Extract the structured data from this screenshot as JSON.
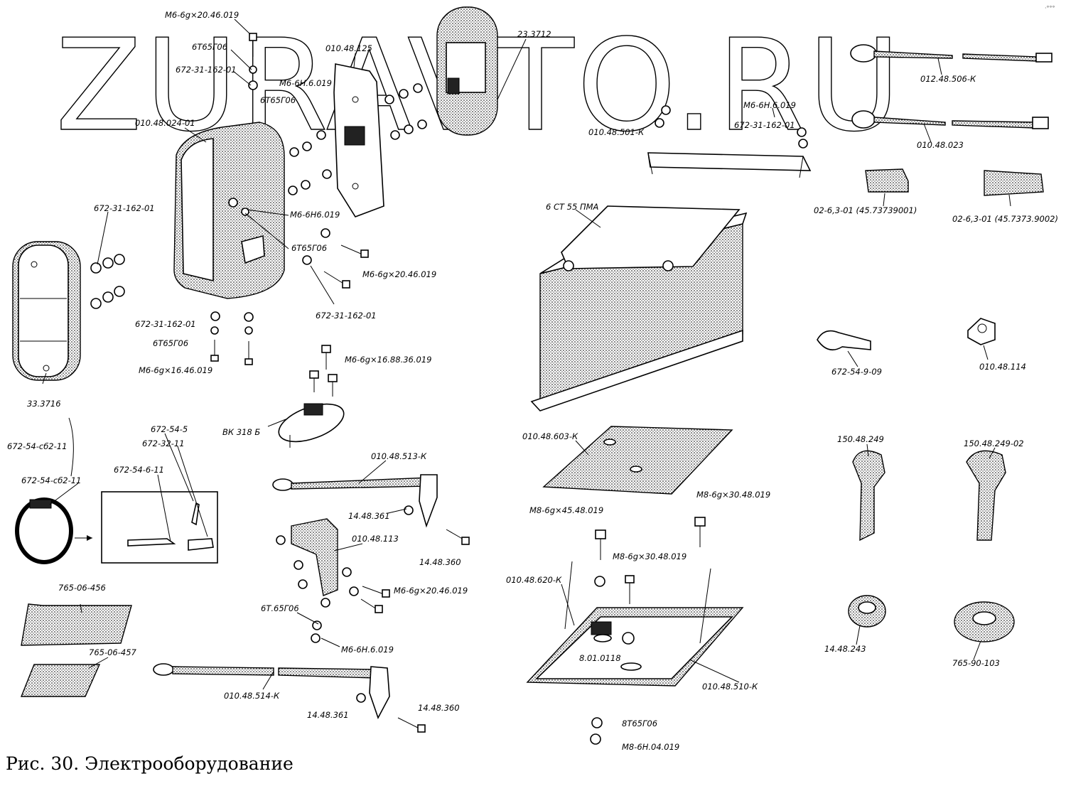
{
  "watermark": "ZURAVTO.RU",
  "corner_mark": "·°°°",
  "caption": "Рис. 30. Электрооборудование",
  "labels": [
    "M6-6g×20.46.019",
    "6Т65Г06",
    "672-31-162-01",
    "010.48.125",
    "23.3712",
    "M6-6H.6.019",
    "6Т65Г06",
    "010.48.024-01",
    "M6-6H6.019",
    "6Т65Г06",
    "672-31-162-01",
    "M6-6g×20.46.019",
    "672-31-162-01",
    "672-31-162-01",
    "6Т65Г06",
    "M6-6g×16.46.019",
    "33.3716",
    "M6-6g×16.88.36.019",
    "ВК 318 Б",
    "010.48.513-К",
    "14.48.361",
    "010.48.113",
    "14.48.360",
    "M6-6g×20.46.019",
    "6Т.65Г06",
    "M6-6H.6.019",
    "010.48.514-К",
    "14.48.361",
    "14.48.360",
    "672-54-сб2-11",
    "672-54-сб2-11",
    "672-54-5",
    "672-32-11",
    "672-54-6-11",
    "765-06-456",
    "765-06-457",
    "012.48.506-К",
    "M6-6H.6.019",
    "672-31-162-01",
    "010.48.501-К",
    "010.48.023",
    "02-6,3-01 (45.73739001)",
    "02-6,3-01 (45.7373.9002)",
    "6 СТ 55 ПМА",
    "672-54-9-09",
    "010.48.114",
    "010.48.603-К",
    "150.48.249",
    "150.48.249-02",
    "M8-6g×30.48.019",
    "M8-6g×45.48.019",
    "M8-6g×30.48.019",
    "010.48.620-К",
    "8.01.0118",
    "010.48.510-К",
    "8Т65Г06",
    "M8-6H.04.019",
    "14.48.243",
    "765-90-103"
  ]
}
